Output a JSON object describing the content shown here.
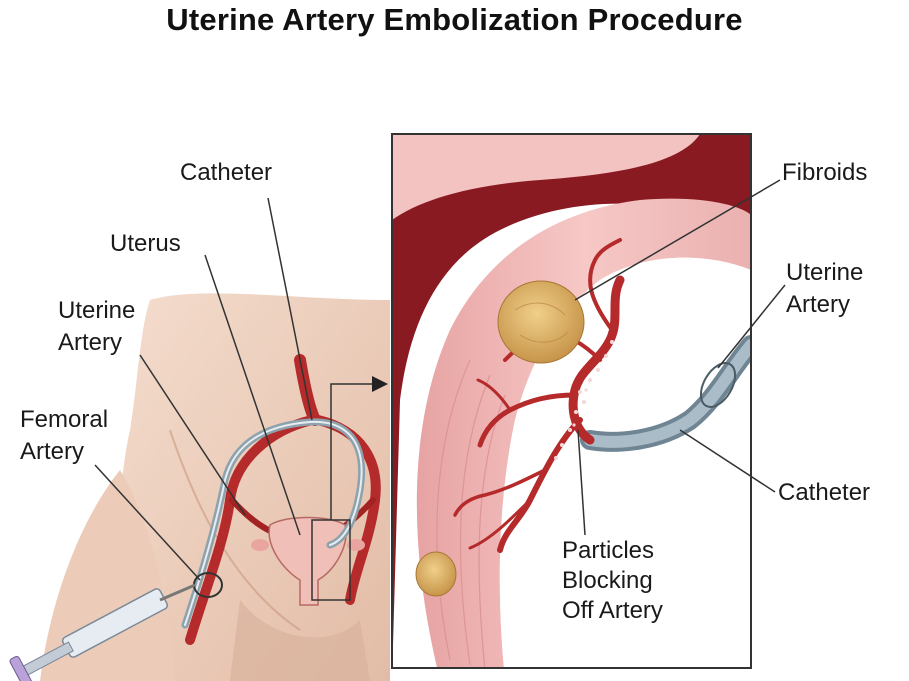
{
  "title": "Uterine Artery Embolization Procedure",
  "labels": {
    "catheter_top": "Catheter",
    "uterus": "Uterus",
    "uterine_artery_left": [
      "Uterine",
      "Artery"
    ],
    "femoral_artery": [
      "Femoral",
      "Artery"
    ],
    "fibroids": "Fibroids",
    "uterine_artery_right": [
      "Uterine",
      "Artery"
    ],
    "catheter_right": "Catheter",
    "particles": [
      "Particles",
      "Blocking",
      "Off Artery"
    ]
  },
  "colors": {
    "skin": "#edd3c2",
    "skin_shadow": "#d8b09a",
    "tissue": "#f0b8b8",
    "muscle": "#e9a7a9",
    "artery": "#b52a2a",
    "artery_dark": "#7e1515",
    "fibroid": "#dcb165",
    "catheter": "#9fb3bf"
  }
}
